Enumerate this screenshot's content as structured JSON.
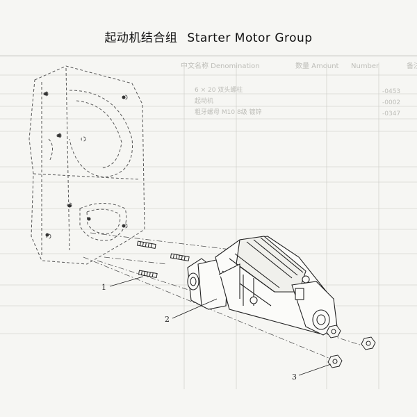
{
  "title": {
    "zh": "起动机结合组",
    "en": "Starter Motor Group"
  },
  "bleed_through": {
    "header": [
      "Number",
      "数量 Amount",
      "中文名称 Denomination",
      "备注"
    ],
    "rows": [
      [
        "-0453",
        "6 × 20 双头螺柱"
      ],
      [
        "-0002",
        "起动机"
      ],
      [
        "-0347",
        "粗牙螺母 M10 8级 镀锌"
      ]
    ]
  },
  "callouts": [
    {
      "id": "1"
    },
    {
      "id": "2"
    },
    {
      "id": "3"
    }
  ],
  "colors": {
    "ink": "#222222",
    "faint": "#bdbdb8",
    "paper": "#f6f6f3"
  }
}
